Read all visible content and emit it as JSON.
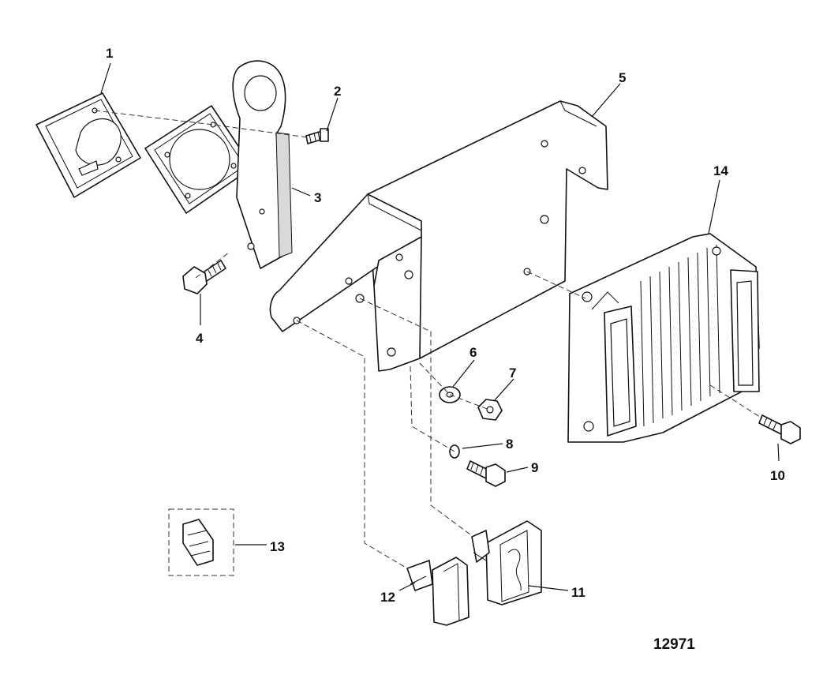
{
  "callouts": [
    {
      "id": "1",
      "part": "gasket"
    },
    {
      "id": "2",
      "part": "screw"
    },
    {
      "id": "3",
      "part": "plate"
    },
    {
      "id": "4",
      "part": "bolt"
    },
    {
      "id": "5",
      "part": "bracket"
    },
    {
      "id": "6",
      "part": "washer"
    },
    {
      "id": "7",
      "part": "nut"
    },
    {
      "id": "8",
      "part": "lock-washer"
    },
    {
      "id": "9",
      "part": "bolt"
    },
    {
      "id": "10",
      "part": "bolt"
    },
    {
      "id": "11",
      "part": "clip"
    },
    {
      "id": "12",
      "part": "clip"
    },
    {
      "id": "13",
      "part": "clip-detail"
    },
    {
      "id": "14",
      "part": "module"
    }
  ],
  "figure_number": "12971"
}
